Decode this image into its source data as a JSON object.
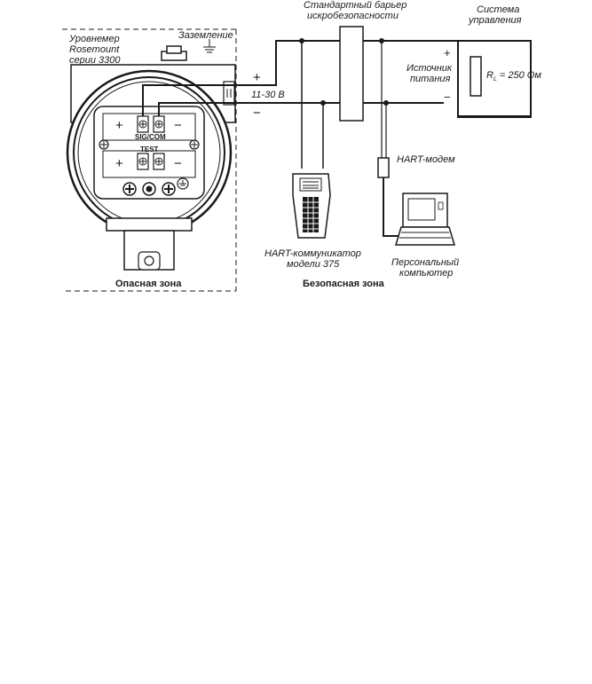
{
  "labels": {
    "device_line1": "Уровнемер",
    "device_line2": "Rosemount",
    "device_line3": "серии 3300",
    "ground": "Заземление",
    "voltage": "11-30 В",
    "barrier_line1": "Стандартный барьер",
    "barrier_line2": "искробезопасности",
    "control_line1": "Система",
    "control_line2": "управления",
    "power_line1": "Источник",
    "power_line2": "питания",
    "resistor_symbol": "R",
    "resistor_subscript": "L",
    "resistor_value": " = 250 Ом",
    "hart_modem": "HART-модем",
    "communicator_line1": "HART-коммуникатор",
    "communicator_line2": "модели 375",
    "pc_line1": "Персональный",
    "pc_line2": "компьютер",
    "hazardous_zone": "Опасная зона",
    "safe_zone": "Безопасная зона",
    "terminal_sig": "SIG/COM",
    "terminal_test": "TEST",
    "plus": "+",
    "minus": "−"
  }
}
